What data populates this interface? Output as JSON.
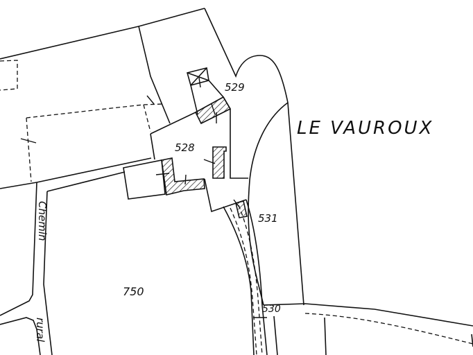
{
  "place_name": "LE VAUROUX",
  "parcels": [
    {
      "number": "529"
    },
    {
      "number": "528"
    },
    {
      "number": "531"
    },
    {
      "number": "750"
    },
    {
      "number": "530"
    }
  ],
  "road": {
    "line1": "Chemin",
    "line2": "rural"
  }
}
